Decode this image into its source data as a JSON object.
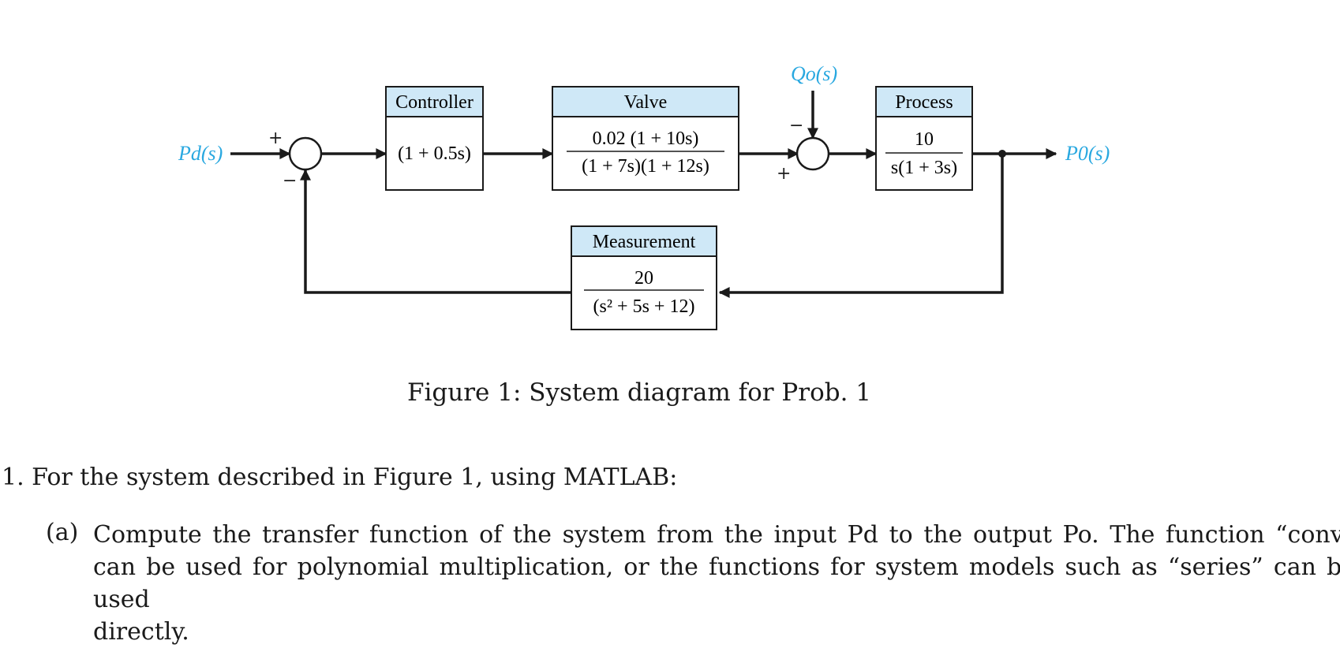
{
  "diagram": {
    "blocks": [
      {
        "id": "controller",
        "title": "Controller",
        "expr": "(1 + 0.5s)"
      },
      {
        "id": "valve",
        "title": "Valve",
        "numerator": "0.02 (1 + 10s)",
        "denominator": "(1 + 7s)(1 + 12s)"
      },
      {
        "id": "process",
        "title": "Process",
        "numerator": "10",
        "denominator": "s(1 + 3s)"
      },
      {
        "id": "measurement",
        "title": "Measurement",
        "numerator": "20",
        "denominator": "(s² + 5s + 12)"
      }
    ],
    "signals": {
      "input": "Pd(s)",
      "output": "P0(s)",
      "disturbance": "Qo(s)"
    },
    "summing1_signs": {
      "top": "+",
      "bottom": "−"
    },
    "summing2_signs": {
      "top": "−",
      "bottom": "+"
    },
    "colors": {
      "header_fill": "#cfe8f7",
      "signal_label": "#29a8e0",
      "line": "#1a1a1a"
    }
  },
  "caption": "Figure 1: System diagram for Prob. 1",
  "question": {
    "number": "1.",
    "text": "For the system described in Figure 1, using MATLAB:",
    "parts": [
      {
        "label": "(a)",
        "lines": [
          "Compute the transfer function of the system from the input Pd to the output Po. The function “conv”",
          "can be used for polynomial multiplication, or the functions for system models such as “series” can be used",
          "directly."
        ]
      }
    ]
  }
}
